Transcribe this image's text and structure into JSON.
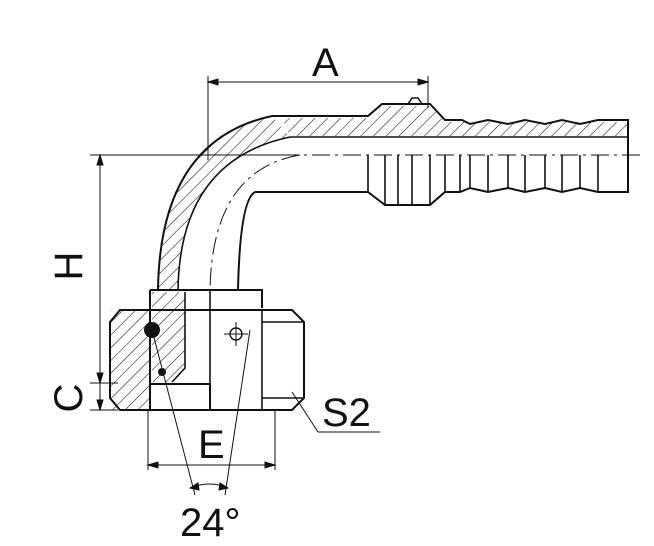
{
  "labels": {
    "A": "A",
    "H": "H",
    "C": "C",
    "E": "E",
    "S2": "S2",
    "angle": "24°"
  },
  "colors": {
    "line": "#111111",
    "background": "#ffffff"
  }
}
